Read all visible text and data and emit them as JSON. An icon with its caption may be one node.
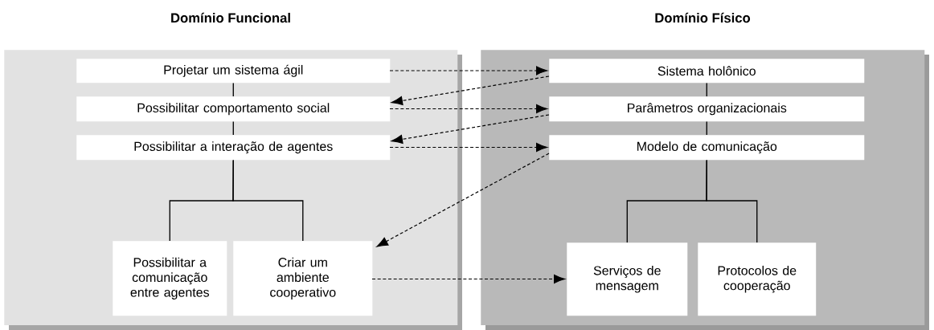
{
  "diagram": {
    "nodes": [
      {
        "text": [
          "Domínio Funcional"
        ]
      },
      {
        "text": [
          "Projetar um sistema ágil"
        ],
        "in": 0
      },
      {
        "text": [
          "Possibilitar comportamento social"
        ],
        "in": 0
      },
      {
        "text": [
          "Possibilitar a interação de agentes"
        ],
        "in": 0
      },
      {
        "text": [
          "Possibilitar a comunicação entre agentes"
        ],
        "in": 0
      },
      {
        "text": [
          "Criar um ambiente cooperativo"
        ],
        "in": 0
      },
      {
        "text": [
          "Domínio Físico"
        ]
      },
      {
        "text": [
          "Sistema holônico"
        ],
        "in": 6
      },
      {
        "text": [
          "Parâmetros organizacionais"
        ],
        "in": 6
      },
      {
        "text": [
          "Modelo de comunicação"
        ],
        "in": 6
      },
      {
        "text": [
          "Serviços de mensagem"
        ],
        "in": 6
      },
      {
        "text": [
          "Protocolos de cooperação"
        ],
        "in": 6
      }
    ],
    "edges": [
      {
        "from": 1,
        "to": 2,
        "arrow": "none"
      },
      {
        "from": 2,
        "to": 3,
        "arrow": "none"
      },
      {
        "from": 3,
        "to": 4,
        "arrow": "none"
      },
      {
        "from": 3,
        "to": 5,
        "arrow": "none"
      },
      {
        "from": 7,
        "to": 8,
        "arrow": "none"
      },
      {
        "from": 8,
        "to": 9,
        "arrow": "none"
      },
      {
        "from": 9,
        "to": 10,
        "arrow": "none"
      },
      {
        "from": 9,
        "to": 11,
        "arrow": "none"
      },
      {
        "from": 1,
        "to": 7,
        "arrow": "to",
        "style": "dashed"
      },
      {
        "from": 7,
        "to": 2,
        "arrow": "to",
        "style": "dashed"
      },
      {
        "from": 2,
        "to": 8,
        "arrow": "to",
        "style": "dashed"
      },
      {
        "from": 8,
        "to": 3,
        "arrow": "to",
        "style": "dashed"
      },
      {
        "from": 3,
        "to": 9,
        "arrow": "to",
        "style": "dashed"
      },
      {
        "from": 9,
        "to": 5,
        "arrow": "to",
        "style": "dashed"
      },
      {
        "from": 5,
        "to": 10,
        "arrow": "to",
        "style": "dashed"
      }
    ]
  }
}
